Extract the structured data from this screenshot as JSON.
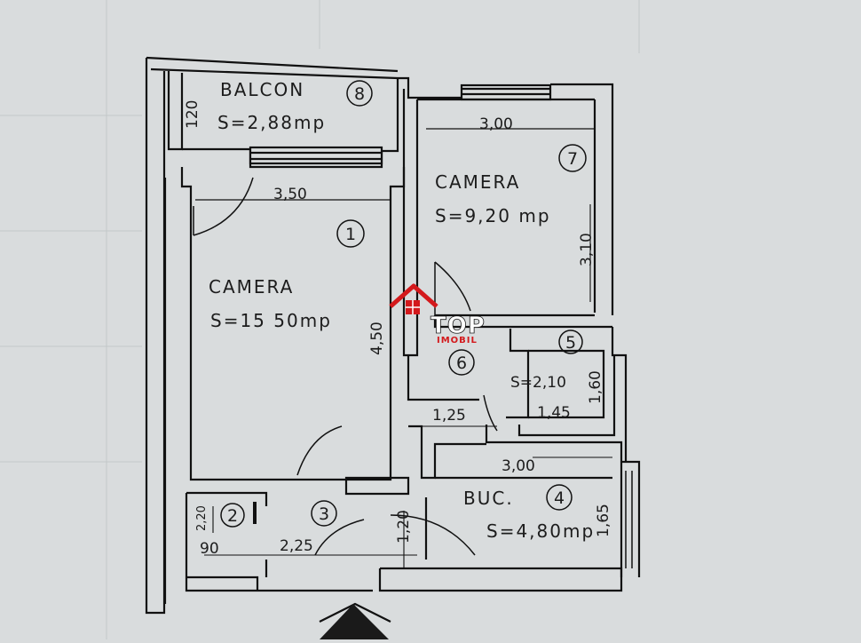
{
  "plan": {
    "balcony": {
      "name": "BALCON",
      "number": "8",
      "area": "S=2,88mp",
      "depth": "120"
    },
    "room_large": {
      "name": "CAMERA",
      "number": "1",
      "area": "S=15 50mp",
      "width": "3,50",
      "length": "4,50"
    },
    "room_small": {
      "name": "CAMERA",
      "number": "7",
      "area": "S=9,20 mp",
      "width": "3,00",
      "length": "3,10"
    },
    "bathroom": {
      "name": "S=2,10",
      "number": "5",
      "width": "1,45",
      "length": "1,60"
    },
    "hallway": {
      "number": "6",
      "width": "1,25"
    },
    "entrance": {
      "number": "3",
      "width": "2,25",
      "length": "1,20"
    },
    "storage": {
      "number": "2",
      "width": "90",
      "length": "2,20"
    },
    "kitchen": {
      "name": "BUC.",
      "number": "4",
      "area": "S=4,80mp",
      "width": "3,00",
      "length": "1,65"
    }
  },
  "logo": {
    "title": "TOP",
    "subtitle": "IMOBIL"
  },
  "colors": {
    "paper": "#d9dcdd",
    "wall": "#111111",
    "logo_red": "#d3191c"
  }
}
